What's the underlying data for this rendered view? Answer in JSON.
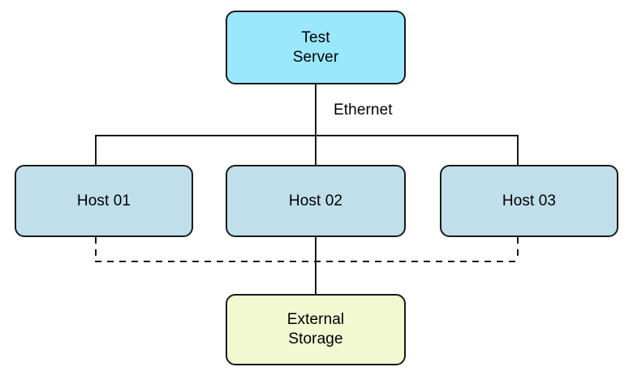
{
  "diagram": {
    "type": "network-topology",
    "background_color": "#ffffff",
    "stroke_color": "#1a1a1a",
    "nodes": [
      {
        "id": "test-server",
        "label": "Test\nServer",
        "shape": "rounded-rectangle",
        "fill_color": "#9ae8fb"
      },
      {
        "id": "host-01",
        "label": "Host 01",
        "shape": "rounded-rectangle",
        "fill_color": "#c0dfeb"
      },
      {
        "id": "host-02",
        "label": "Host 02",
        "shape": "rounded-rectangle",
        "fill_color": "#c0dfeb"
      },
      {
        "id": "host-03",
        "label": "Host 03",
        "shape": "rounded-rectangle",
        "fill_color": "#c0dfeb"
      },
      {
        "id": "external-storage",
        "label": "External\nStorage",
        "shape": "rounded-rectangle",
        "fill_color": "#f2f8d0"
      }
    ],
    "edges": [
      {
        "id": "ethernet-bus",
        "label": "Ethernet",
        "style": "solid",
        "from": "test-server",
        "to": [
          "host-01",
          "host-02",
          "host-03"
        ]
      },
      {
        "id": "host-02-storage-link",
        "label": "",
        "style": "solid",
        "from": "host-02",
        "to": "external-storage"
      },
      {
        "id": "storage-shared-bus",
        "label": "",
        "style": "dashed",
        "from": [
          "host-01",
          "host-03"
        ],
        "to": "external-storage"
      }
    ]
  }
}
